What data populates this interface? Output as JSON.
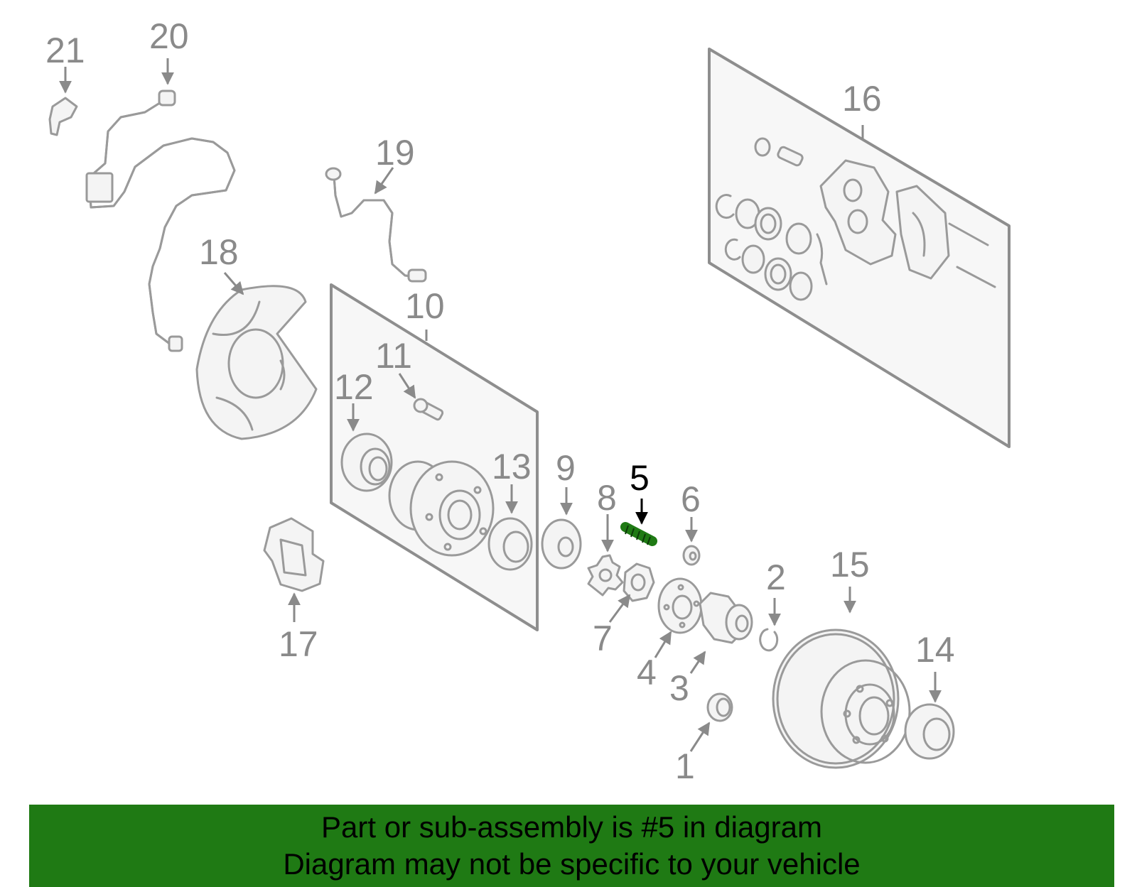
{
  "callouts": {
    "n1": "1",
    "n2": "2",
    "n3": "3",
    "n4": "4",
    "n5": "5",
    "n6": "6",
    "n7": "7",
    "n8": "8",
    "n9": "9",
    "n10": "10",
    "n11": "11",
    "n12": "12",
    "n13": "13",
    "n14": "14",
    "n15": "15",
    "n16": "16",
    "n17": "17",
    "n18": "18",
    "n19": "19",
    "n20": "20",
    "n21": "21"
  },
  "highlighted_part": "5",
  "colors": {
    "banner_bg": "#1f7a14",
    "highlight_part": "#1f7a14",
    "label_gray": "#8a8a8a",
    "label_highlight": "#000000"
  },
  "banner": {
    "line1": "Part or sub-assembly is #5 in diagram",
    "line2": "Diagram may not be specific to your vehicle"
  }
}
